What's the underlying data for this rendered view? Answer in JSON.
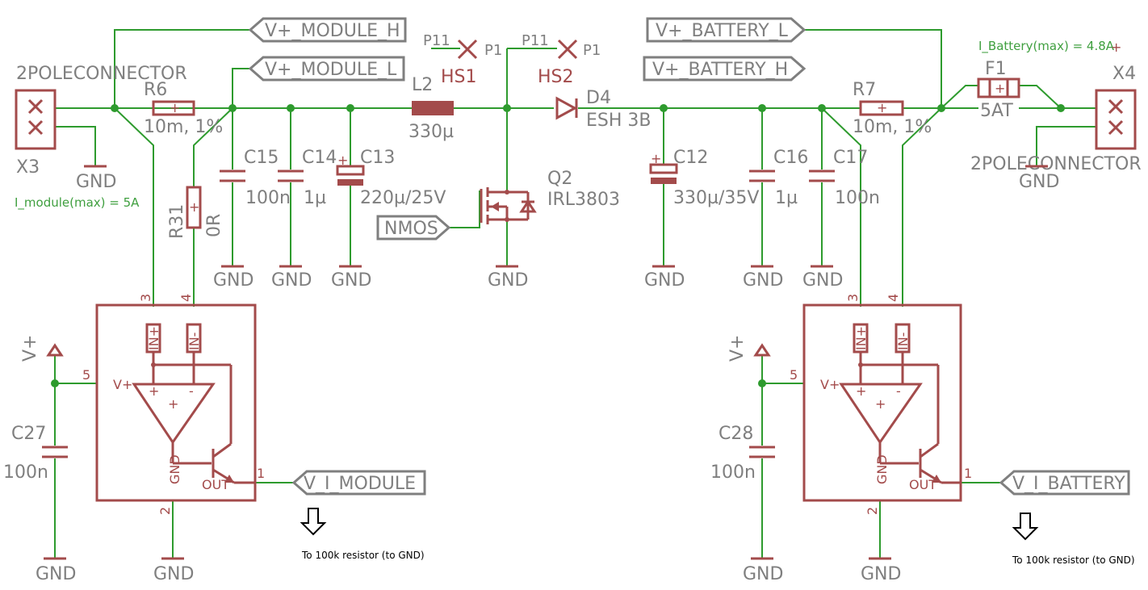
{
  "labels": {
    "v_module_h": "V+_MODULE_H",
    "v_module_l": "V+_MODULE_L",
    "v_battery_l": "V+_BATTERY_L",
    "v_battery_h": "V+_BATTERY_H",
    "nmos": "NMOS",
    "v_i_module": "V_I_MODULE",
    "v_i_battery": "V_I_BATTERY"
  },
  "components": {
    "x3_name": "X3",
    "x3_type": "2POLECONNECTOR",
    "x4_name": "X4",
    "x4_type": "2POLECONNECTOR",
    "r6_name": "R6",
    "r6_value": "10m, 1%",
    "r7_name": "R7",
    "r7_value": "10m, 1%",
    "r31_name": "R31",
    "r31_value": "0R",
    "c15_name": "C15",
    "c15_value": "100n",
    "c14_name": "C14",
    "c14_value": "1µ",
    "c13_name": "C13",
    "c13_value": "220µ/25V",
    "l2_name": "L2",
    "l2_value": "330µ",
    "hs1_name": "HS1",
    "hs1_pin_a": "P11",
    "hs1_pin_b": "P1",
    "hs2_name": "HS2",
    "hs2_pin_a": "P11",
    "hs2_pin_b": "P1",
    "q2_name": "Q2",
    "q2_value": "IRL3803",
    "d4_name": "D4",
    "d4_value": "ESH 3B",
    "c12_name": "C12",
    "c12_value": "330µ/35V",
    "c16_name": "C16",
    "c16_value": "1µ",
    "c17_name": "C17",
    "c17_value": "100n",
    "f1_name": "F1",
    "f1_value": "5AT",
    "c27_name": "C27",
    "c27_value": "100n",
    "c28_name": "C28",
    "c28_value": "100n"
  },
  "ic": {
    "pin3": "3",
    "pin4": "4",
    "pin5": "5",
    "pin2": "2",
    "pin1": "1",
    "in_plus": "IN+",
    "in_minus": "IN-",
    "vplus": "V+",
    "gnd": "GND",
    "out": "OUT",
    "plus": "+",
    "minus": "-"
  },
  "gnd": "GND",
  "vplus": "V+",
  "annotations": {
    "i_module_max": "I_module(max) = 5A",
    "i_battery_max": "I_Battery(max) = 4.8A",
    "to_resistor": "To 100k resistor (to GND)"
  }
}
